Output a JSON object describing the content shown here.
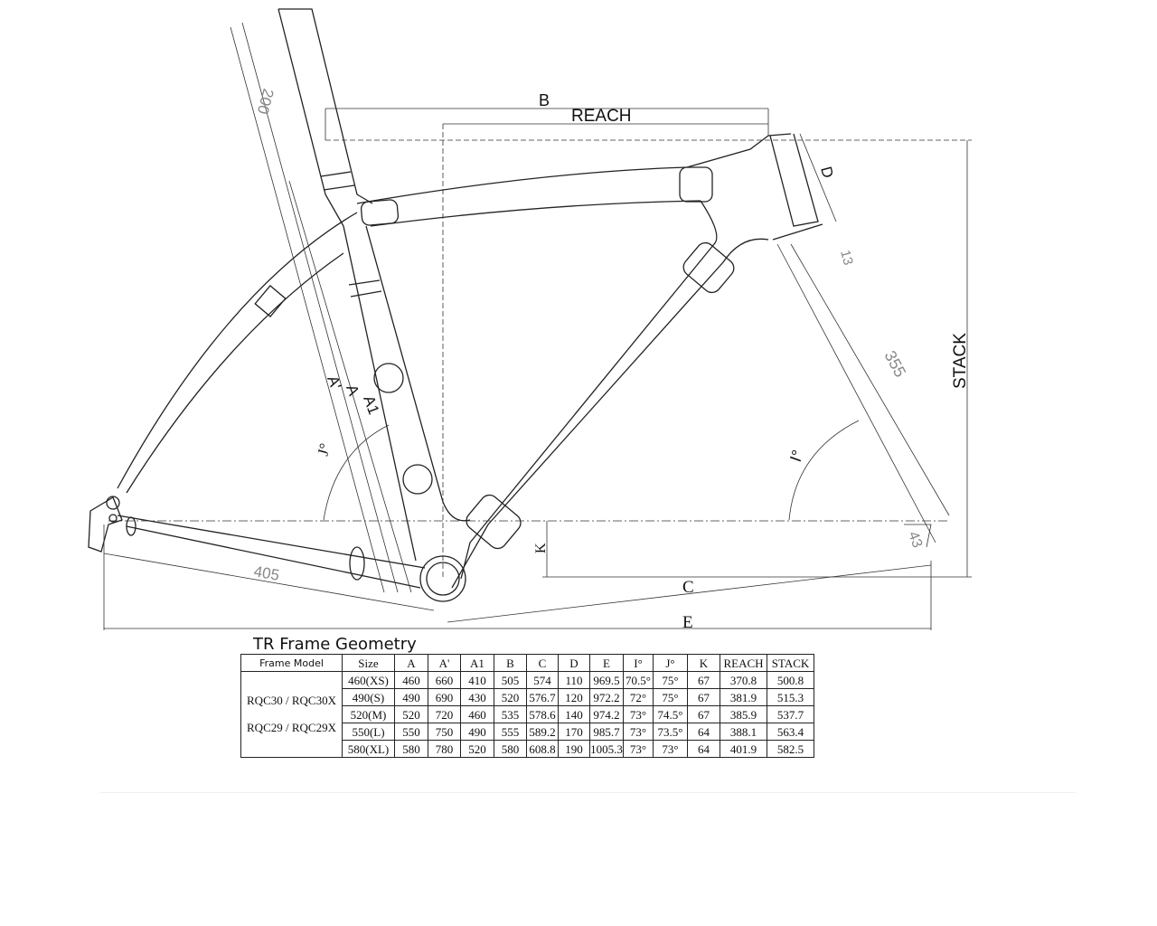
{
  "diagram": {
    "labels": {
      "b": "B",
      "reach": "REACH",
      "d": "D",
      "thirteen": "13",
      "stack": "STACK",
      "fork_len": "355",
      "i_angle": "I°",
      "forty_three": "43",
      "c": "C",
      "e": "E",
      "k": "K",
      "chainstay": "405",
      "j_angle": "J°",
      "a_prime": "A'",
      "a": "A",
      "a1": "A1",
      "seatpost": "200"
    }
  },
  "table": {
    "title": "TR Frame  Geometry",
    "headers": [
      "Frame Model",
      "Size",
      "A",
      "A'",
      "A1",
      "B",
      "C",
      "D",
      "E",
      "I°",
      "J°",
      "K",
      "REACH",
      "STACK"
    ],
    "models": [
      "RQC30 / RQC30X",
      "RQC29 / RQC29X"
    ],
    "rows": [
      [
        "460(XS)",
        "460",
        "660",
        "410",
        "505",
        "574",
        "110",
        "969.5",
        "70.5°",
        "75°",
        "67",
        "370.8",
        "500.8"
      ],
      [
        "490(S)",
        "490",
        "690",
        "430",
        "520",
        "576.7",
        "120",
        "972.2",
        "72°",
        "75°",
        "67",
        "381.9",
        "515.3"
      ],
      [
        "520(M)",
        "520",
        "720",
        "460",
        "535",
        "578.6",
        "140",
        "974.2",
        "73°",
        "74.5°",
        "67",
        "385.9",
        "537.7"
      ],
      [
        "550(L)",
        "550",
        "750",
        "490",
        "555",
        "589.2",
        "170",
        "985.7",
        "73°",
        "73.5°",
        "64",
        "388.1",
        "563.4"
      ],
      [
        "580(XL)",
        "580",
        "780",
        "520",
        "580",
        "608.8",
        "190",
        "1005.3",
        "73°",
        "73°",
        "64",
        "401.9",
        "582.5"
      ]
    ]
  }
}
